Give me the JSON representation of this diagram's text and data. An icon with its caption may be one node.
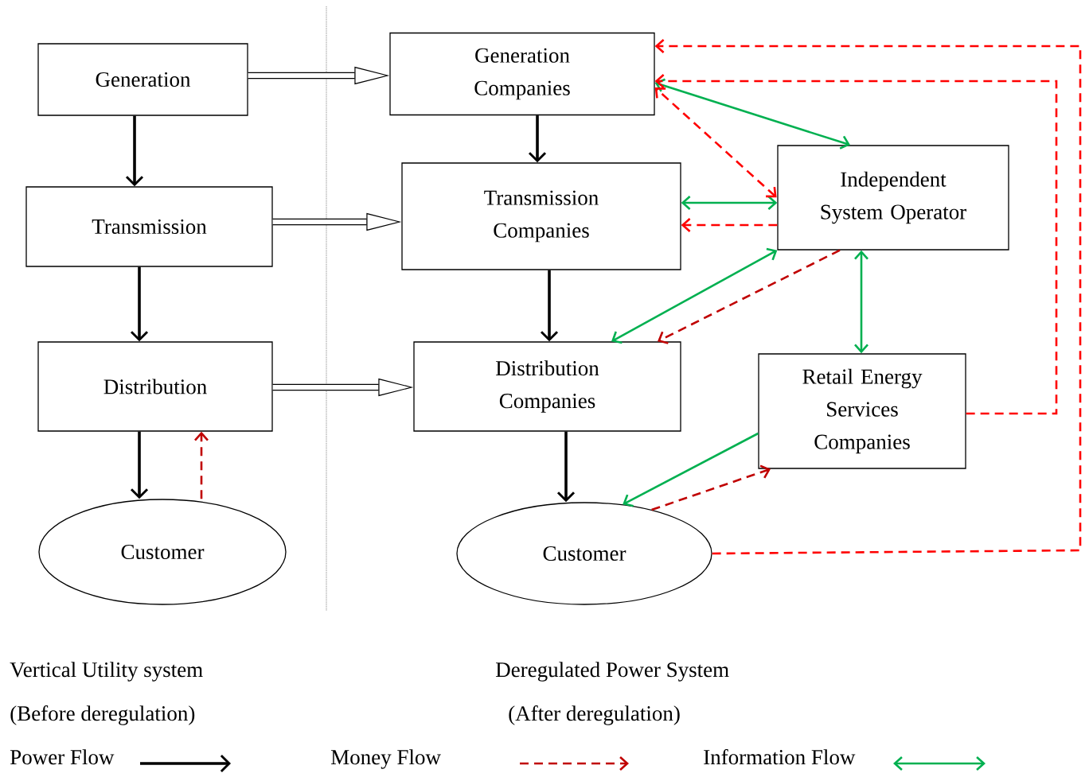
{
  "diagram": {
    "nodes": [
      {
        "text": [
          "Generation"
        ]
      },
      {
        "text": [
          "Transmission"
        ]
      },
      {
        "text": [
          "Distribution"
        ]
      },
      {
        "text": [
          "Customer"
        ]
      },
      {
        "text": [
          "Generation Companies"
        ]
      },
      {
        "text": [
          "Transmission Companies"
        ]
      },
      {
        "text": [
          "Distribution Companies"
        ]
      },
      {
        "text": [
          "Customer"
        ]
      },
      {
        "text": [
          "Independent System Operator"
        ]
      },
      {
        "text": [
          "Retail Energy Services Companies"
        ]
      }
    ],
    "edges": [
      {
        "from": 0,
        "to": 1,
        "arrow": "to"
      },
      {
        "from": 1,
        "to": 2,
        "arrow": "to"
      },
      {
        "from": 2,
        "to": 3,
        "arrow": "to"
      },
      {
        "from": 3,
        "to": 2,
        "arrow": "to",
        "style": "dashed",
        "color": "#c00000"
      },
      {
        "from": 0,
        "to": 4,
        "arrow": "to",
        "style": "thick"
      },
      {
        "from": 1,
        "to": 5,
        "arrow": "to",
        "style": "thick"
      },
      {
        "from": 2,
        "to": 6,
        "arrow": "to",
        "style": "thick"
      },
      {
        "from": 4,
        "to": 5,
        "arrow": "to"
      },
      {
        "from": 5,
        "to": 6,
        "arrow": "to"
      },
      {
        "from": 6,
        "to": 7,
        "arrow": "to"
      },
      {
        "from": 4,
        "to": 8,
        "arrow": "both",
        "color": "#00b050"
      },
      {
        "from": 5,
        "to": 8,
        "arrow": "both",
        "color": "#00b050"
      },
      {
        "from": 8,
        "to": 6,
        "arrow": "both",
        "color": "#00b050"
      },
      {
        "from": 8,
        "to": 9,
        "arrow": "both",
        "color": "#00b050"
      },
      {
        "from": 9,
        "to": 7,
        "arrow": "to",
        "color": "#00b050"
      },
      {
        "from": 8,
        "to": 4,
        "arrow": "both",
        "style": "dashed",
        "color": "#ff0000"
      },
      {
        "from": 8,
        "to": 5,
        "arrow": "to",
        "style": "dashed",
        "color": "#ff0000"
      },
      {
        "from": 8,
        "to": 6,
        "arrow": "to",
        "style": "dashed",
        "color": "#c00000"
      },
      {
        "from": 7,
        "to": 9,
        "arrow": "to",
        "style": "dashed",
        "color": "#c00000"
      },
      {
        "from": 9,
        "to": 4,
        "arrow": "to",
        "style": "dashed",
        "color": "#ff0000"
      },
      {
        "from": 7,
        "to": 4,
        "arrow": "to",
        "style": "dashed",
        "color": "#ff0000"
      }
    ],
    "labels": [
      "Vertical Utility system",
      "Deregulated Power System",
      "(Before deregulation)",
      "(After deregulation)"
    ],
    "legend": [
      {
        "text": "Power Flow"
      },
      {
        "text": "Money Flow"
      },
      {
        "text": "Information Flow"
      }
    ]
  }
}
